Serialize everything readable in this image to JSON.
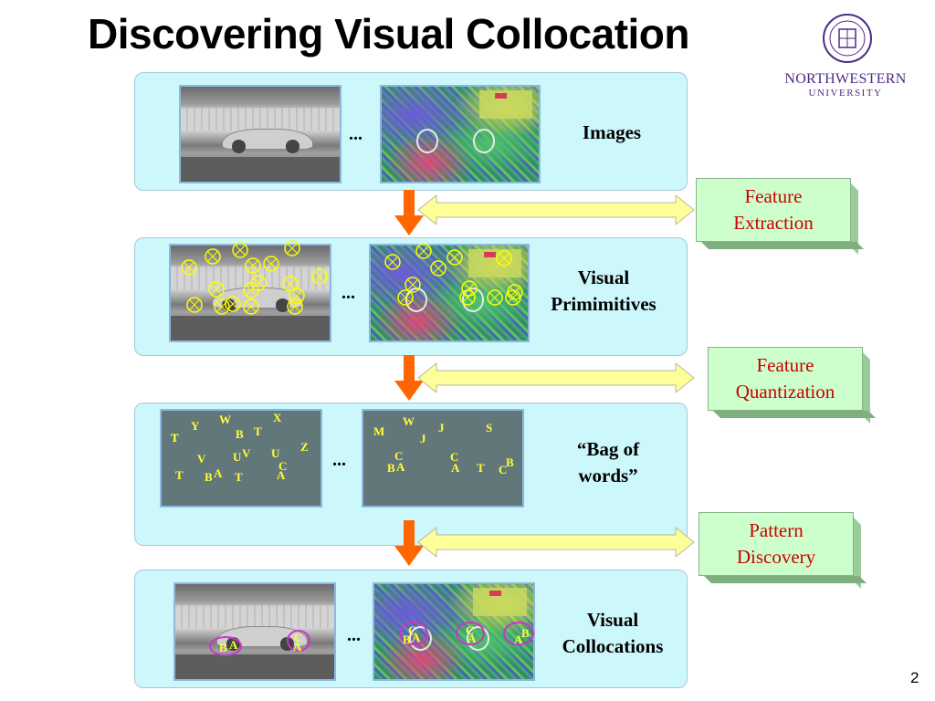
{
  "slide": {
    "title": "Discovering Visual Collocation",
    "page_number": "2"
  },
  "logo": {
    "name": "NORTHWESTERN",
    "sub": "UNIVERSITY"
  },
  "ellipsis": "...",
  "panels": {
    "images": {
      "label": "Images"
    },
    "primitives": {
      "label_line1": "Visual",
      "label_line2": "Primimitives"
    },
    "words": {
      "label_line1": "“Bag of",
      "label_line2": "words”"
    },
    "collocations": {
      "label_line1": "Visual",
      "label_line2": "Collocations"
    }
  },
  "steps": {
    "extraction": {
      "line1": "Feature",
      "line2": "Extraction"
    },
    "quantization": {
      "line1": "Feature",
      "line2": "Quantization"
    },
    "discovery": {
      "line1": "Pattern",
      "line2": "Discovery"
    }
  },
  "words_left": [
    "Y",
    "W",
    "X",
    "T",
    "B",
    "T",
    "T",
    "Z",
    "V",
    "U",
    "V",
    "U",
    "C",
    "T",
    "B",
    "A",
    "T",
    "A"
  ],
  "words_right": [
    "M",
    "W",
    "J",
    "S",
    "J",
    "C",
    "C",
    "B",
    "B",
    "A",
    "A",
    "T",
    "C"
  ],
  "collocation_letters": {
    "left": [
      "B",
      "A",
      "C",
      "A"
    ],
    "right": [
      "C",
      "B",
      "A",
      "C",
      "A",
      "B",
      "A"
    ]
  },
  "colors": {
    "panel_bg": "#ccf7fb",
    "step_box_bg": "#ccffcc",
    "step_text": "#cc0000",
    "flow_arrow": "#ff6600",
    "bidirectional_arrow": "#ffff99",
    "marker": "#ffff00",
    "collocation_ellipse": "#cc33cc",
    "logo": "#4e2a84"
  }
}
